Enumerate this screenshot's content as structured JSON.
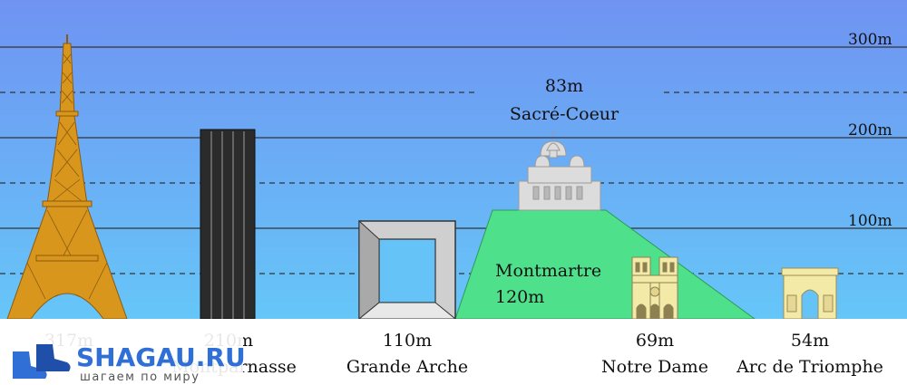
{
  "colors": {
    "sky_top": "#6f93f2",
    "sky_bottom": "#66c6f8",
    "eiffel": "#d9961c",
    "tower": "#2b2b2b",
    "hill": "#4fe08c",
    "arch": "#c8c8c8",
    "notre_dame": "#f4eaa8",
    "sacre_coeur": "#d6d6d6",
    "logo_blue": "#2f6fd6"
  },
  "scale": {
    "labels": [
      "300m",
      "200m",
      "100m"
    ]
  },
  "landmarks": {
    "eiffel": {
      "height": "317m"
    },
    "montparnasse": {
      "height": "210m",
      "name": "Montparnasse"
    },
    "grande_arche": {
      "height": "110m",
      "name": "Grande Arche"
    },
    "sacre_coeur": {
      "height": "83m",
      "name": "Sacré-Coeur"
    },
    "montmartre": {
      "name": "Montmartre",
      "height": "120m"
    },
    "notre_dame": {
      "height": "69m",
      "name": "Notre Dame"
    },
    "arc_triomphe": {
      "height": "54m",
      "name": "Arc de Triomphe"
    }
  },
  "logo": {
    "title": "SHAGAU.RU",
    "subtitle": "шагаем по миру"
  }
}
